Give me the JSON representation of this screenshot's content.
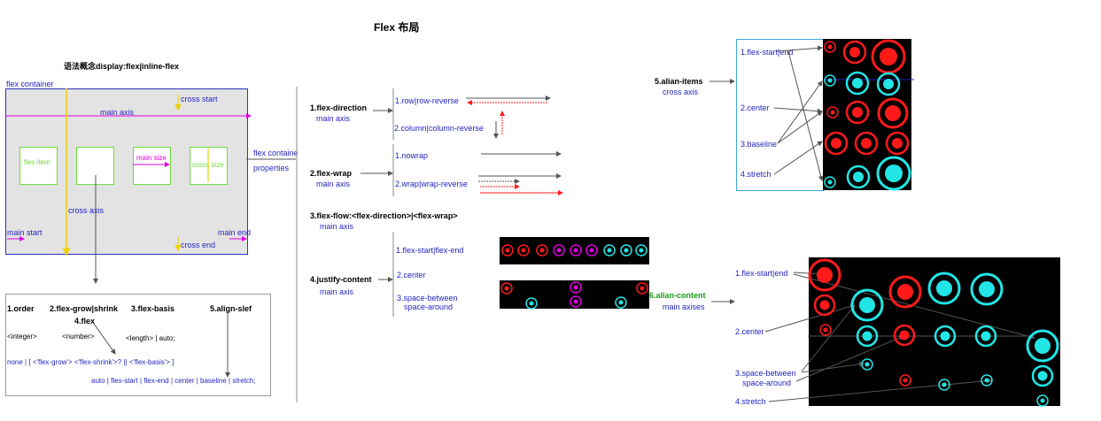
{
  "title": "Flex 布局",
  "colors": {
    "blue": "#1f1fbf",
    "magenta": "#e000e0",
    "red": "#ff1a1a",
    "cyan": "#22e5e5",
    "yellow": "#f0d000",
    "green": "#1a9a1a",
    "gray": "#555555"
  },
  "syntax": {
    "heading": "语法概念display:flex|inline-flex",
    "container_label": "flex container",
    "main_axis": "main axis",
    "cross_start": "cross start",
    "cross_axis": "cross axis",
    "main_start": "main start",
    "main_end": "main end",
    "cross_end": "cross end",
    "flex_item": "flex item",
    "main_size": "main size",
    "cross_size": "cross size",
    "container_props_1": "flex containe",
    "container_props_2": "properties"
  },
  "item_props": {
    "order": "1.order",
    "grow_shrink": "2.flex-grow|shrink",
    "flex": "4.flex",
    "basis": "3.flex-basis",
    "align_self": "5.align-slef",
    "integer": "<integer>",
    "number": "<number>",
    "length": "<length> | auto;",
    "flex_syntax": "none | [ <'flex-grow'> <'flex-shrink'>? || <'flex-basis'> ]",
    "align_values": "auto | flex-start | flex-end | center | baseline | stretch;"
  },
  "container_props": {
    "direction": {
      "name": "1.flex-direction",
      "axis": "main axis",
      "opt1": "1.row|row-reverse",
      "opt2": "2.column|column-reverse"
    },
    "wrap": {
      "name": "2.flex-wrap",
      "axis": "main axis",
      "opt1": "1.nowrap",
      "opt2": "2.wrap|wrap-reverse"
    },
    "flow": {
      "name": "3.flex-flow:<flex-direction>|<flex-wrap>",
      "axis": "main axis"
    },
    "justify": {
      "name": "4.justify-content",
      "axis": "main axis",
      "opt1": "1.flex-start|flex-end",
      "opt2": "2.center",
      "opt3a": "3.space-between",
      "opt3b": "space-around"
    }
  },
  "align_items": {
    "name": "5.alian-items",
    "axis": "cross axis",
    "opt1": "1.flex-start|end",
    "opt2": "2.center",
    "opt3": "3.baseline",
    "opt4": "4.stretch"
  },
  "align_content": {
    "name": "6.alian-content",
    "axis": "main axises",
    "opt1": "1.flex-start|end",
    "opt2": "2.center",
    "opt3a": "3.space-between",
    "opt3b": "space-around",
    "opt4": "4.stretch"
  }
}
